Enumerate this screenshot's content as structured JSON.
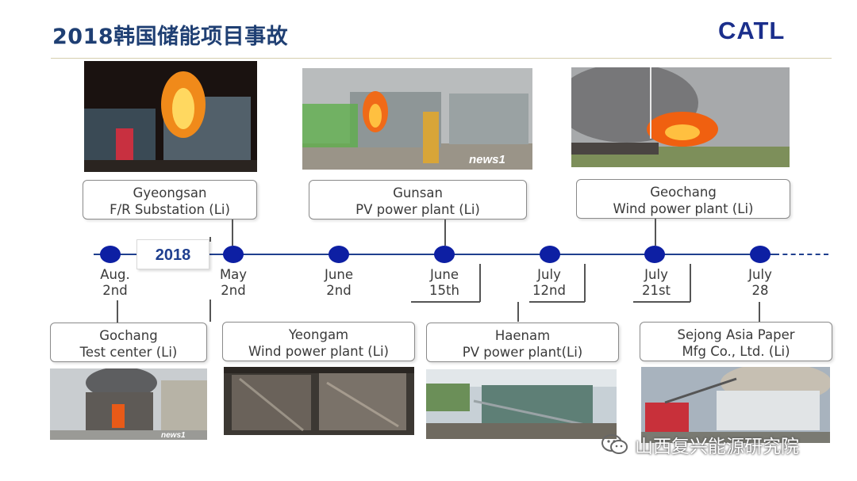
{
  "title": "2018韩国储能项目事故",
  "logo_text": "CATL",
  "year_label": "2018",
  "watermark_text": "山西复兴能源研究院",
  "colors": {
    "title": "#1f3f73",
    "timeline": "#1f3f8f",
    "dot": "#0d1fa3",
    "logo": "#1b2f8c"
  },
  "timeline": [
    {
      "date_line1": "Aug.",
      "date_line2": "2nd"
    },
    {
      "date_line1": "May",
      "date_line2": "2nd"
    },
    {
      "date_line1": "June",
      "date_line2": "2nd"
    },
    {
      "date_line1": "June",
      "date_line2": "15th"
    },
    {
      "date_line1": "July",
      "date_line2": "12nd"
    },
    {
      "date_line1": "July",
      "date_line2": "21st"
    },
    {
      "date_line1": "July",
      "date_line2": "28"
    }
  ],
  "incidents_top": [
    {
      "line1": "Gyeongsan",
      "line2": "F/R Substation (Li)"
    },
    {
      "line1": "Gunsan",
      "line2": "PV power plant (Li)"
    },
    {
      "line1": "Geochang",
      "line2": "Wind power plant (Li)"
    }
  ],
  "incidents_bottom": [
    {
      "line1": "Gochang",
      "line2": "Test center (Li)"
    },
    {
      "line1": "Yeongam",
      "line2": "Wind power plant (Li)"
    },
    {
      "line1": "Haenam",
      "line2": "PV power plant(Li)"
    },
    {
      "line1": "Sejong Asia Paper",
      "line2": "Mfg Co., Ltd. (Li)"
    }
  ],
  "photo_captions": {
    "news_mark": "news1"
  }
}
